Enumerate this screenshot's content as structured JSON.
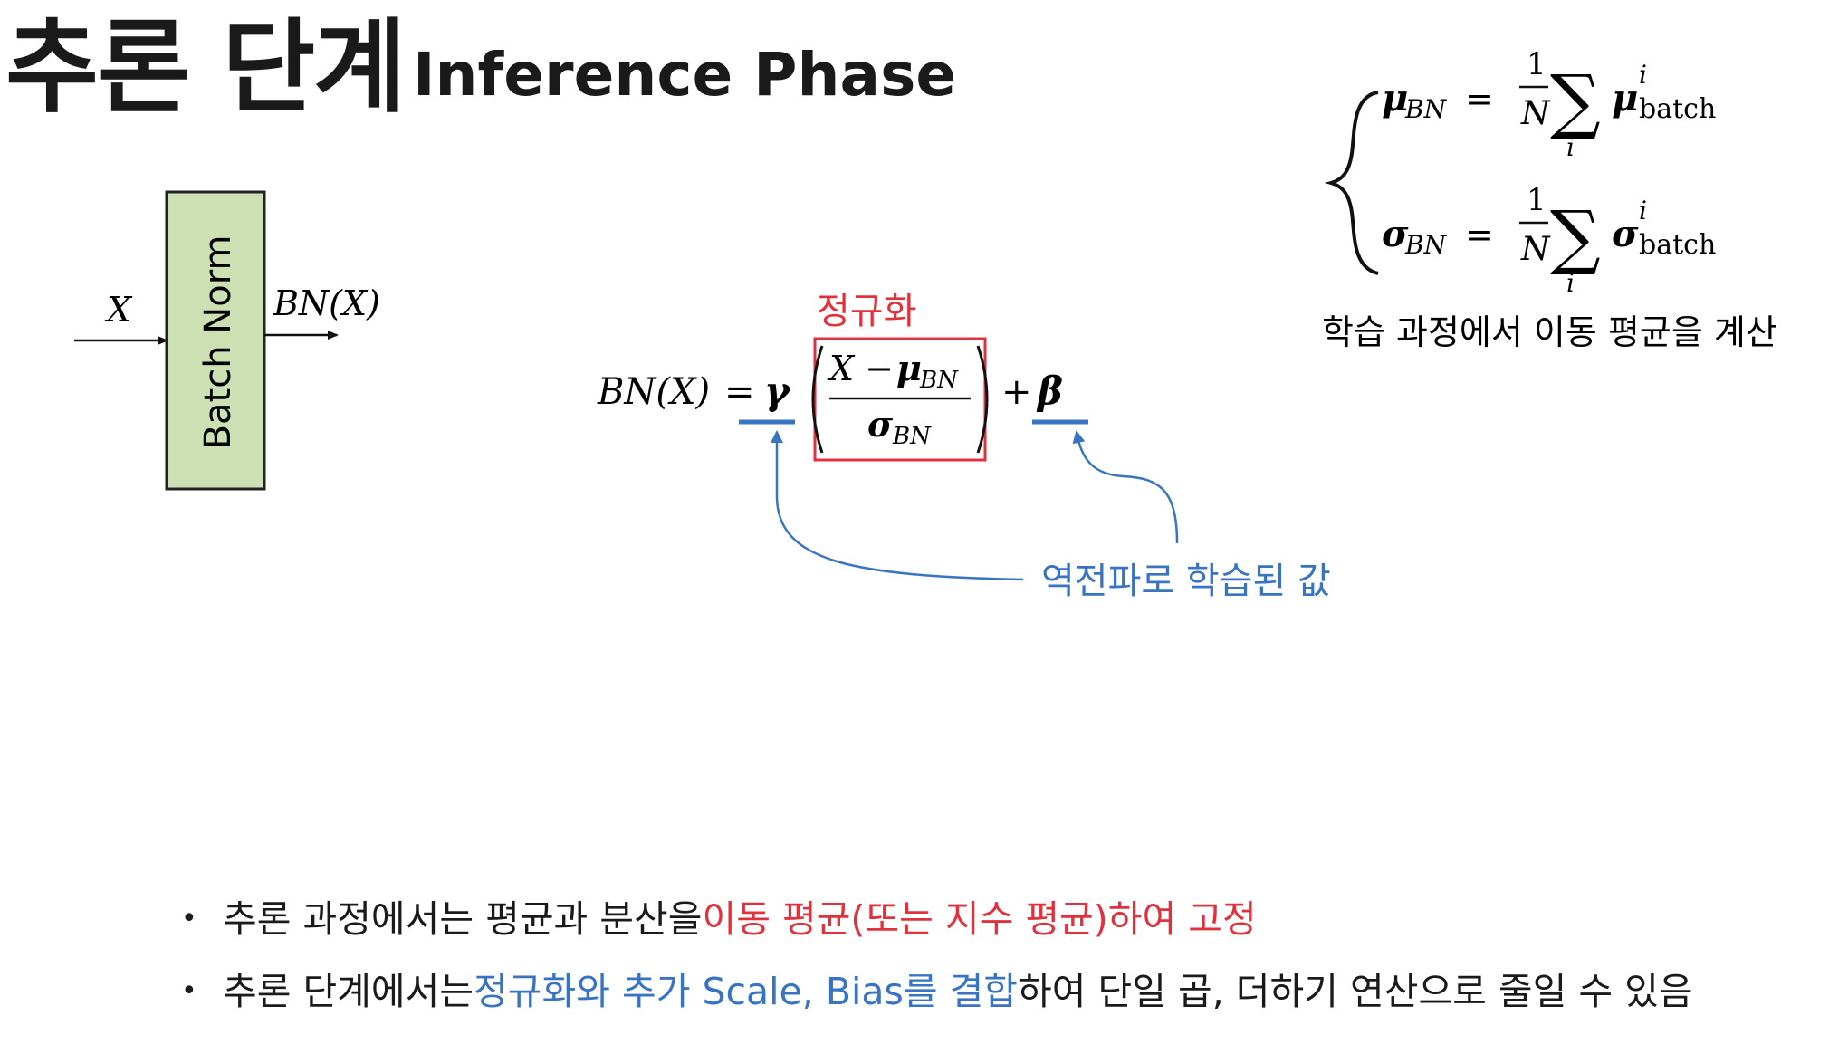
{
  "title": {
    "korean": "추론 단계",
    "english": "Inference Phase"
  },
  "block": {
    "input_label": "X",
    "box_label": "Batch Norm",
    "output_label": "BN(X)"
  },
  "equation": {
    "lhs": "BN(X)",
    "equals": "=",
    "gamma": "γ",
    "numerator_x": "X − ",
    "mu": "μ",
    "mu_sub": "BN",
    "sigma": "σ",
    "sigma_sub": "BN",
    "plus": "+",
    "beta": "β",
    "normalize_label": "정규화",
    "learned_label": "역전파로 학습된 값"
  },
  "moving_stats": {
    "mu_lhs": "μ",
    "mu_lhs_sub": "BN",
    "mu_rhs": "μ",
    "mu_rhs_sup": "i",
    "mu_rhs_sub": "batch",
    "sigma_lhs": "σ",
    "sigma_lhs_sub": "BN",
    "sigma_rhs": "σ",
    "sigma_rhs_sup": "i",
    "sigma_rhs_sub": "batch",
    "equals": "=",
    "frac_num": "1",
    "frac_den": "N",
    "sum_symbol": "∑",
    "sum_index": "i",
    "caption": "학습 과정에서 이동 평균을 계산"
  },
  "bullets": [
    {
      "prefix": "추론 과정에서는 평균과 분산을 ",
      "highlight": "이동 평균(또는 지수 평균)하여 고정",
      "suffix": ""
    },
    {
      "prefix": "추론 단계에서는 ",
      "highlight": "정규화와 추가 Scale, Bias를 결합",
      "suffix": "하여 단일 곱, 더하기 연산으로 줄일 수 있음"
    }
  ],
  "bullet_symbol": "•",
  "colors": {
    "box_fill": "#cde0b4",
    "red": "#e0323c",
    "blue": "#3874c2",
    "text": "#1a1a1a"
  }
}
